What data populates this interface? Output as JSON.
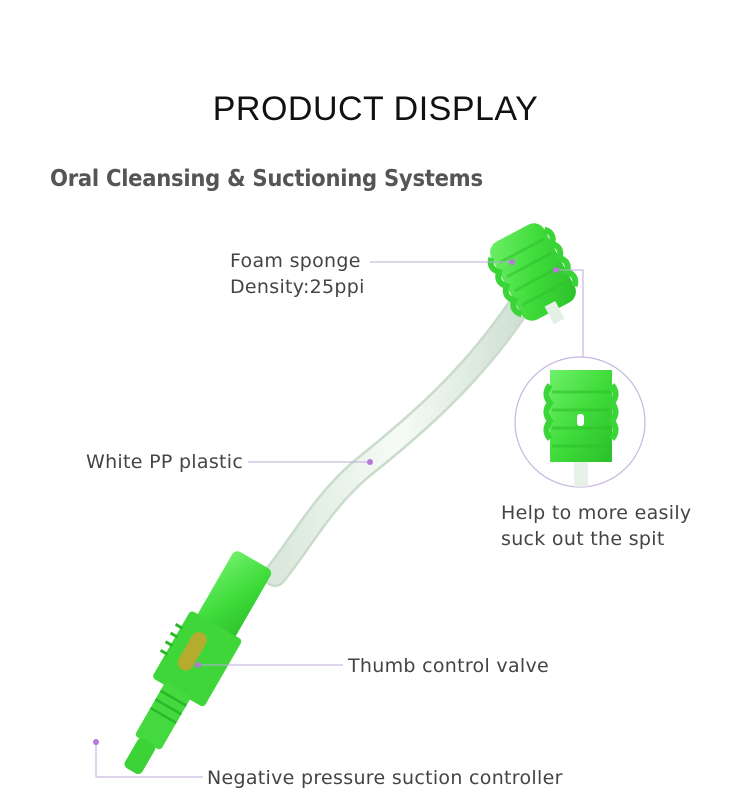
{
  "page": {
    "title": "PRODUCT DISPLAY",
    "subtitle": "Oral Cleansing & Suctioning Systems"
  },
  "callouts": {
    "foam_sponge": {
      "line1": "Foam sponge",
      "line2": "Density:25ppi"
    },
    "white_pp_plastic": "White PP plastic",
    "spit_help": {
      "line1": "Help to more easily",
      "line2": "suck out the spit"
    },
    "thumb_control_valve": "Thumb control valve",
    "suction_controller": "Negative pressure suction controller"
  },
  "colors": {
    "sponge_green": "#4ce84a",
    "handle_green": "#3fdc3a",
    "tube": "#e9f3ea",
    "callout_line": "#b9a6d8",
    "callout_dot": "#b57ad6",
    "valve": "#c9a52e"
  }
}
